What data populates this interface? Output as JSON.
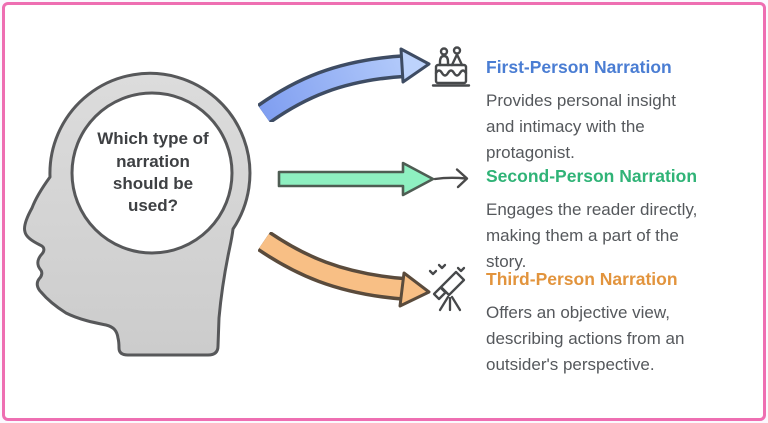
{
  "diagram": {
    "frame_color": "#ee6fb2",
    "question": {
      "text": "Which type of narration should be used?",
      "lines": [
        "Which type of",
        "narration",
        "should be",
        "used?"
      ]
    },
    "branches": [
      {
        "title": "First-Person Narration",
        "title_color": "#4a7dd3",
        "arrow_color": "#8fb0f5",
        "arrow_outline": "#3e4c63",
        "icon": "wedding-cake-icon",
        "description": "Provides personal insight and intimacy with the protagonist.",
        "description_lines": [
          "Provides personal insight",
          "and intimacy with the",
          "protagonist."
        ]
      },
      {
        "title": "Second-Person Narration",
        "title_color": "#30b377",
        "arrow_color": "#8ef0c1",
        "arrow_outline": "#4e5d53",
        "icon": "right-arrow-icon",
        "description": "Engages the reader directly, making them a part of the story.",
        "description_lines": [
          "Engages the reader directly,",
          "making them a part of the",
          "story."
        ]
      },
      {
        "title": "Third-Person Narration",
        "title_color": "#e2943d",
        "arrow_color": "#f8bf85",
        "arrow_outline": "#5a4b3c",
        "icon": "telescope-icon",
        "description": "Offers an objective view, describing actions from an outsider's perspective.",
        "description_lines": [
          "Offers an objective view,",
          "describing actions from an",
          "outsider's perspective."
        ]
      }
    ]
  }
}
